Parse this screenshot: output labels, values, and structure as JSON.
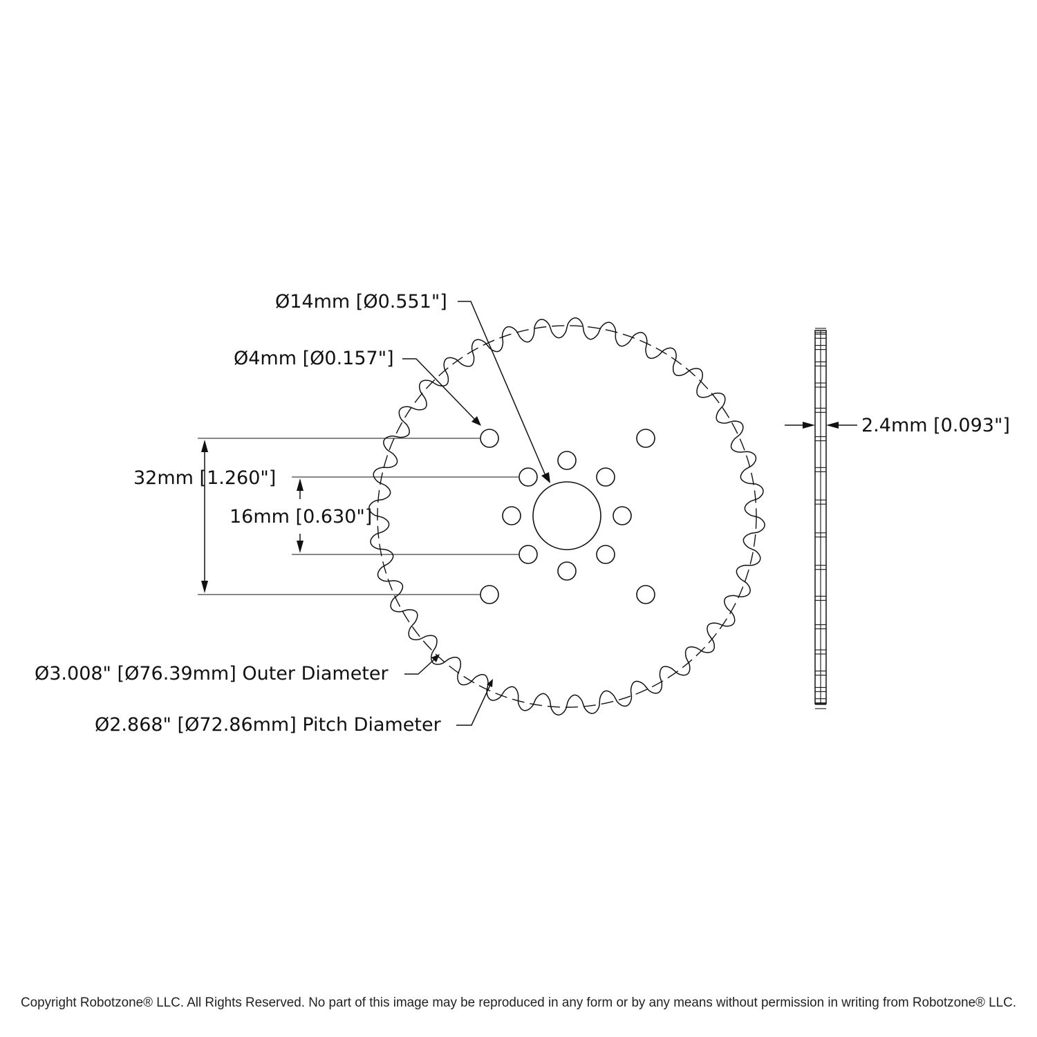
{
  "dimensions": {
    "bore": "Ø14mm [Ø0.551\"]",
    "small_hole": "Ø4mm [Ø0.157\"]",
    "outer_spacing": "32mm [1.260\"]",
    "inner_spacing": "16mm [0.630\"]",
    "thickness": "2.4mm [0.093\"]",
    "outer_diameter": "Ø3.008\" [Ø76.39mm] Outer Diameter",
    "pitch_diameter": "Ø2.868\" [Ø72.86mm] Pitch Diameter"
  },
  "footer": {
    "copyright": "Copyright Robotzone® LLC.  All Rights Reserved. No part of this image may be reproduced in any form or by any means without permission in writing from Robotzone® LLC."
  },
  "gear": {
    "tooth_count": 36,
    "line_color": "#111111"
  }
}
